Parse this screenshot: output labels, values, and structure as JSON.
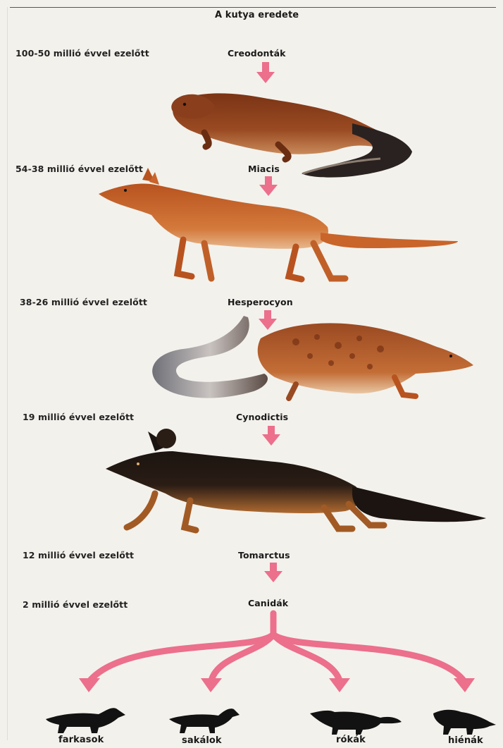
{
  "title": "A kutya eredete",
  "stages": [
    {
      "era": "100-50 millió évvel ezelőtt",
      "name": "Creodonták"
    },
    {
      "era": "54-38 millió évvel ezelőtt",
      "name": "Miacis"
    },
    {
      "era": "38-26 millió évvel ezelőtt",
      "name": "Hesperocyon"
    },
    {
      "era": "19 millió évvel ezelőtt",
      "name": "Cynodictis"
    },
    {
      "era": "12 millió évvel ezelőtt",
      "name": "Tomarctus"
    },
    {
      "era": "2 millió évvel ezelőtt",
      "name": "Canidák"
    }
  ],
  "branches": [
    {
      "label": "farkasok"
    },
    {
      "label": "sakálok"
    },
    {
      "label": "rókák"
    },
    {
      "label": "hiénák"
    }
  ],
  "colors": {
    "arrow": "#ec6f8c",
    "silhouette": "#121212",
    "fur_brown": "#8a3e1c",
    "fur_orange": "#c9642a",
    "fur_dark": "#1c1410"
  }
}
